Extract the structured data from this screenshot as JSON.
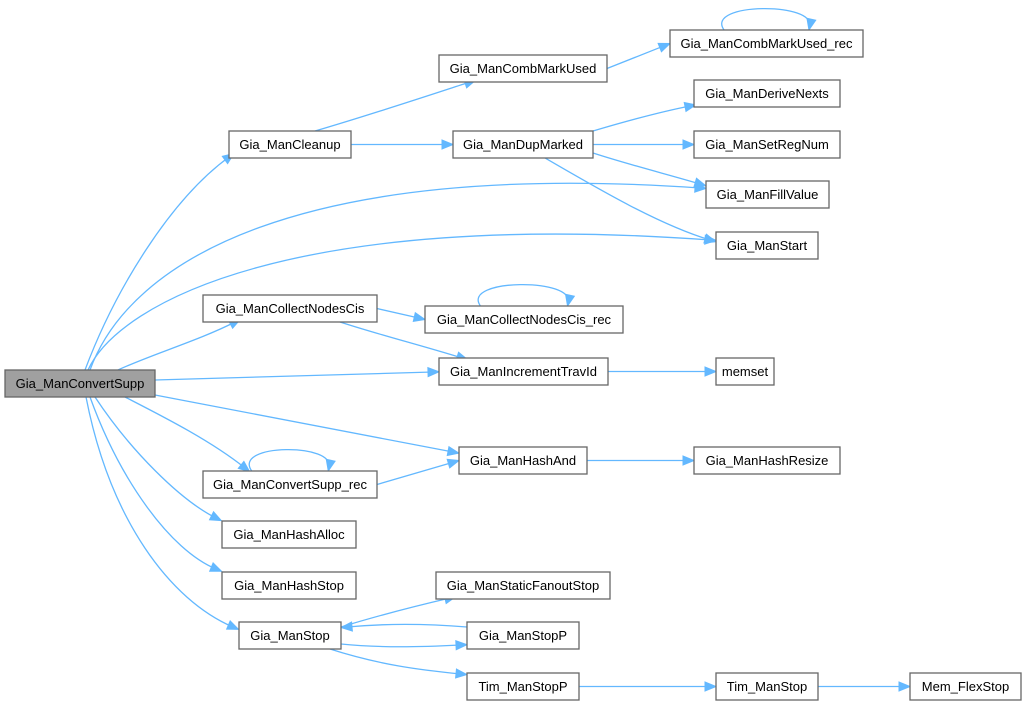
{
  "title": "Call graph of Gia_ManConvertSupp",
  "colors": {
    "edge": "#63b8ff",
    "node_border": "#666666",
    "root_fill": "#a0a0a0",
    "node_fill": "#ffffff"
  },
  "nodes": [
    {
      "id": "root",
      "label": "Gia_ManConvertSupp",
      "root": true
    },
    {
      "id": "cleanup",
      "label": "Gia_ManCleanup"
    },
    {
      "id": "combmark",
      "label": "Gia_ManCombMarkUsed"
    },
    {
      "id": "combmarkrec",
      "label": "Gia_ManCombMarkUsed_rec"
    },
    {
      "id": "dupmarked",
      "label": "Gia_ManDupMarked"
    },
    {
      "id": "derivenexts",
      "label": "Gia_ManDeriveNexts"
    },
    {
      "id": "setregnum",
      "label": "Gia_ManSetRegNum"
    },
    {
      "id": "fillvalue",
      "label": "Gia_ManFillValue"
    },
    {
      "id": "start",
      "label": "Gia_ManStart"
    },
    {
      "id": "collect",
      "label": "Gia_ManCollectNodesCis"
    },
    {
      "id": "collectrec",
      "label": "Gia_ManCollectNodesCis_rec"
    },
    {
      "id": "travid",
      "label": "Gia_ManIncrementTravId"
    },
    {
      "id": "memset",
      "label": "memset"
    },
    {
      "id": "hashand",
      "label": "Gia_ManHashAnd"
    },
    {
      "id": "hashresize",
      "label": "Gia_ManHashResize"
    },
    {
      "id": "convrec",
      "label": "Gia_ManConvertSupp_rec"
    },
    {
      "id": "hashalloc",
      "label": "Gia_ManHashAlloc"
    },
    {
      "id": "hashstop",
      "label": "Gia_ManHashStop"
    },
    {
      "id": "stop",
      "label": "Gia_ManStop"
    },
    {
      "id": "staticfanout",
      "label": "Gia_ManStaticFanoutStop"
    },
    {
      "id": "stopp",
      "label": "Gia_ManStopP"
    },
    {
      "id": "timstopp",
      "label": "Tim_ManStopP"
    },
    {
      "id": "timstop",
      "label": "Tim_ManStop"
    },
    {
      "id": "memflex",
      "label": "Mem_FlexStop"
    }
  ],
  "edges": [
    [
      "root",
      "cleanup"
    ],
    [
      "root",
      "fillvalue"
    ],
    [
      "root",
      "start"
    ],
    [
      "root",
      "collect"
    ],
    [
      "root",
      "travid"
    ],
    [
      "root",
      "hashand"
    ],
    [
      "root",
      "convrec"
    ],
    [
      "root",
      "hashalloc"
    ],
    [
      "root",
      "hashstop"
    ],
    [
      "root",
      "stop"
    ],
    [
      "cleanup",
      "combmark"
    ],
    [
      "cleanup",
      "dupmarked"
    ],
    [
      "combmark",
      "combmarkrec"
    ],
    [
      "combmarkrec",
      "combmarkrec"
    ],
    [
      "dupmarked",
      "derivenexts"
    ],
    [
      "dupmarked",
      "setregnum"
    ],
    [
      "dupmarked",
      "fillvalue"
    ],
    [
      "dupmarked",
      "start"
    ],
    [
      "collect",
      "collectrec"
    ],
    [
      "collect",
      "travid"
    ],
    [
      "collectrec",
      "collectrec"
    ],
    [
      "travid",
      "memset"
    ],
    [
      "hashand",
      "hashresize"
    ],
    [
      "convrec",
      "convrec"
    ],
    [
      "convrec",
      "hashand"
    ],
    [
      "stop",
      "staticfanout"
    ],
    [
      "stop",
      "stopp"
    ],
    [
      "stopp",
      "stop"
    ],
    [
      "stop",
      "timstopp"
    ],
    [
      "timstopp",
      "timstop"
    ],
    [
      "timstop",
      "memflex"
    ]
  ]
}
